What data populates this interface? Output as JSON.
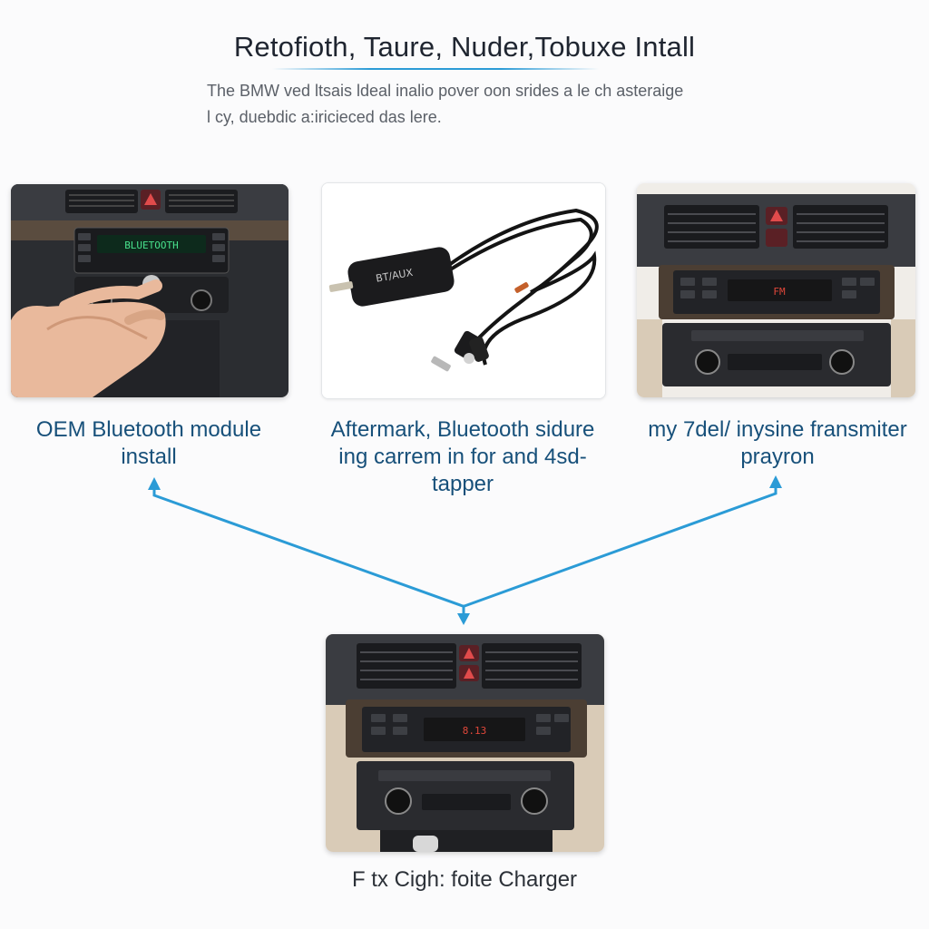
{
  "header": {
    "title": "Retofioth, Taure, Nuder,Tobuxe Intall",
    "subtitle_line1": "The BMW ved ltsais ldeal inalio pover oon srides a le ch asteraige",
    "subtitle_line2": "l cy, duebdic a:iricieced das lere."
  },
  "panels": [
    {
      "id": "oem",
      "caption": "OEM Bluetooth module install",
      "display_text": "BLUETOOTH"
    },
    {
      "id": "aftermarket",
      "caption": "Aftermark, Bluetooth sidure ing carrem in for and 4sd-tapper",
      "device_label": "BT/AUX"
    },
    {
      "id": "fm",
      "caption": "my 7del/ inysine fransmiter prayron",
      "display_text": "FM"
    },
    {
      "id": "bottom",
      "caption": "F tx Cigh: foite Charger",
      "display_text": "8.13"
    }
  ],
  "colors": {
    "accent": "#2b9bd6",
    "caption": "#17507a",
    "dash_dark": "#2a2d32",
    "trim_beige": "#d9cbb7"
  },
  "icons": [
    "arrow-up-icon",
    "arrow-down-icon",
    "hazard-icon",
    "knob-icon"
  ]
}
